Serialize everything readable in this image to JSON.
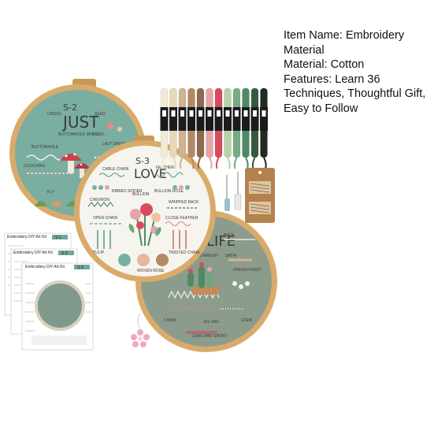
{
  "product_text": {
    "item_name": "Item Name: Embroidery Material",
    "material": "Material: Cotton",
    "features": "Features: Learn 36 Techniques, Thoughtful Gift, Easy to Follow"
  },
  "hoop_left": {
    "number": "S-2",
    "word": "JUST",
    "stitches": [
      "CROSS",
      "SEED",
      "BUTTONHOLE WHEEL",
      "FISTIL",
      "LAZY DAISY",
      "BUTTONHOLE",
      "COUCHING",
      "FLY"
    ]
  },
  "hoop_center": {
    "number": "S-3",
    "word": "LOVE",
    "stitches": [
      "CABLE CHAIN",
      "FEATHER",
      "RIBBED SPIDER",
      "BULLION",
      "BULLION ROSE",
      "CHEVRON",
      "WHIPPED BACK",
      "OPEN CHAIN",
      "CLOSE FEATHER",
      "TULIP",
      "TWISTED CHAIN",
      "WOVEN ROSE"
    ]
  },
  "hoop_right": {
    "word": "LIFE",
    "stitches": [
      "BACK",
      "STRAIGHT",
      "SATIN",
      "FRENCH KNOT",
      "CHAIN",
      "ZIG ZAG",
      "STEM",
      "LONG AND SHORT"
    ]
  },
  "instruction_sheets": [
    {
      "title": "Embroidery DIY Art Kit",
      "tag": "S-1"
    },
    {
      "title": "Embroidery DIY Art Kit",
      "tag": "S-2"
    },
    {
      "title": "Embroidery DIY Art Kit",
      "tag": "S-3"
    }
  ],
  "colors": {
    "hoop_wood": "#d9ab6a",
    "fabric_teal": "#7aaea1",
    "fabric_gray": "#8b9c8d",
    "fabric_white": "#f6f4ef"
  },
  "thread_colors": [
    "#f2ead6",
    "#e8d8b8",
    "#cfb48c",
    "#b48a64",
    "#8d6a4c",
    "#e6a4a8",
    "#d94a5a",
    "#b8d2a8",
    "#7aaa86",
    "#4f8a64",
    "#39593f",
    "#1f2a22"
  ]
}
